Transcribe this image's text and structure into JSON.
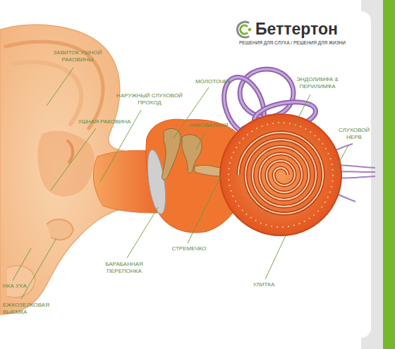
{
  "diagram": {
    "labels": [
      "Беттертон",
      "РЕШЕНИЯ ДЛЯ СЛУХА / РЕШЕНИЯ ДЛЯ ЖИЗНИ",
      "ЗАВИТОК УШНОЙ РАКОВИНЫ",
      "МОЛОТОЧЕК",
      "ЭНДОЛИМФА & ПЕРИЛИМФА",
      "НАРУЖНЫЙ СЛУХОВОЙ ПРОХОД",
      "НАКОВАЛЬНЯ",
      "УШНАЯ РАКОВИНА",
      "СЛУХОВОЙ НЕРВ",
      "СТРЕМЕЧКО",
      "БАРАБАННАЯ ПЕРЕПОНКА",
      "УЛИТКА",
      "НКА УХА",
      "ЕЖКОЗЕЛКОВАЯ ВЫЕМКА"
    ]
  }
}
